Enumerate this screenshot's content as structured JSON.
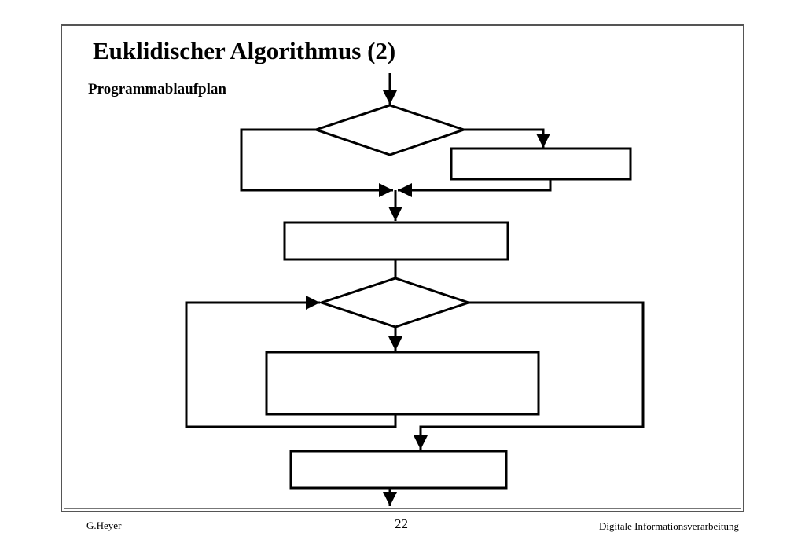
{
  "slide": {
    "title": "Euklidischer Algorithmus (2)",
    "subtitle": "Programmablaufplan"
  },
  "footer": {
    "author": "G.Heyer",
    "page_number": "22",
    "course": "Digitale Informationsverarbeitung"
  }
}
